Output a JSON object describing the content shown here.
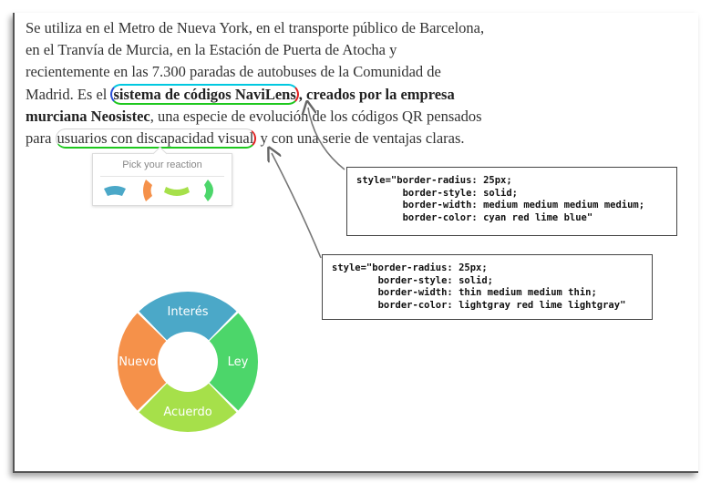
{
  "article": {
    "line1": "Se utiliza en el Metro de Nueva York, en el transporte público de Barcelona,",
    "line2": "en el Tranvía de Murcia, en la Estación de Puerta de Atocha y",
    "line3": "recientemente en las 7.300 paradas de autobuses de la Comunidad de",
    "line4_pre": "Madrid. Es el ",
    "highlight1": "sistema de códigos NaviLens",
    "line4_post": ", creados por la empresa",
    "line5_bold": "murciana Neosistec",
    "line5_rest": ", una especie de evolución de los códigos QR pensados",
    "line6_pre": "para ",
    "highlight2": "usuarios con discapacidad visual",
    "line6_post": " y con una serie de ventajas claras."
  },
  "reaction_popup": {
    "title": "Pick your reaction",
    "options": [
      {
        "name": "interes",
        "color": "#4ba8c8"
      },
      {
        "name": "nuevo",
        "color": "#f5914a"
      },
      {
        "name": "acuerdo",
        "color": "#a6e04a"
      },
      {
        "name": "ley",
        "color": "#4cd66a"
      }
    ]
  },
  "code_box_1": {
    "text": "style=\"border-radius: 25px;\n        border-style: solid;\n        border-width: medium medium medium medium;\n        border-color: cyan red lime blue\""
  },
  "code_box_2": {
    "text": "style=\"border-radius: 25px;\n        border-style: solid;\n        border-width: thin medium medium thin;\n        border-color: lightgray red lime lightgray\""
  },
  "reaction_wheel": {
    "segments": [
      {
        "label": "Interés",
        "color": "#4ba8c8"
      },
      {
        "label": "Ley",
        "color": "#4cd66a"
      },
      {
        "label": "Acuerdo",
        "color": "#a6e04a"
      },
      {
        "label": "Nuevo",
        "color": "#f5914a"
      }
    ]
  }
}
